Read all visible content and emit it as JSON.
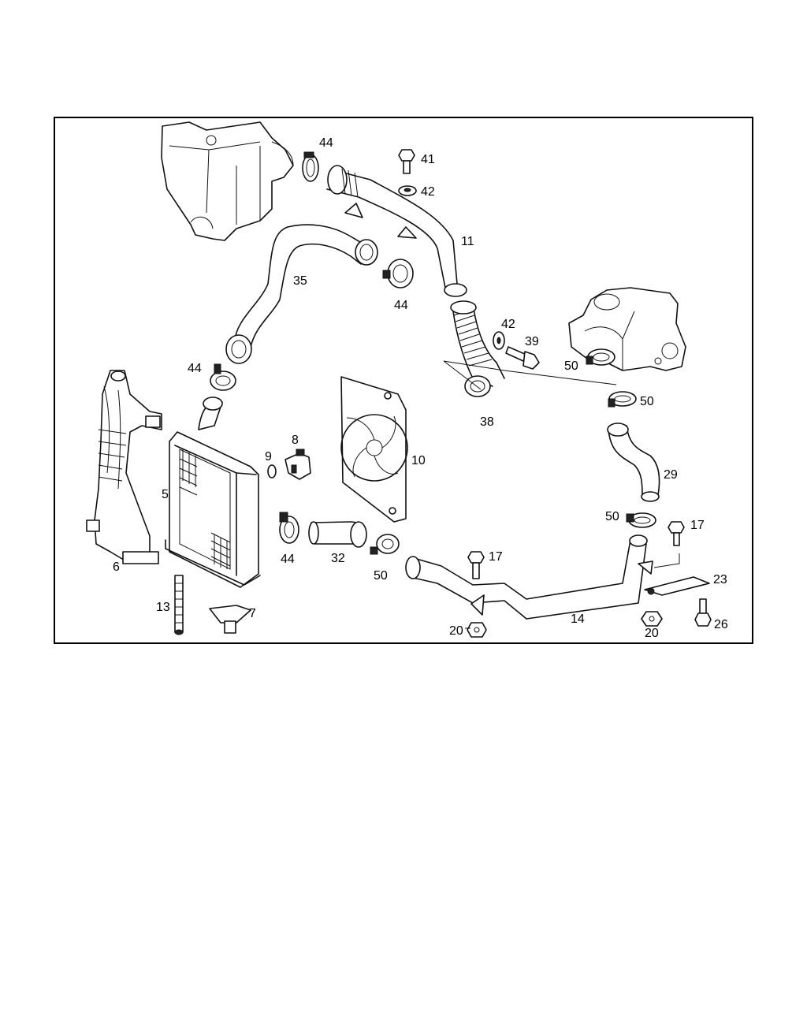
{
  "diagram": {
    "callouts": [
      {
        "id": "c44a",
        "text": "44"
      },
      {
        "id": "c41",
        "text": "41"
      },
      {
        "id": "c42a",
        "text": "42"
      },
      {
        "id": "c11",
        "text": "11"
      },
      {
        "id": "c35",
        "text": "35"
      },
      {
        "id": "c44b",
        "text": "44"
      },
      {
        "id": "c42b",
        "text": "42"
      },
      {
        "id": "c39",
        "text": "39"
      },
      {
        "id": "c50a",
        "text": "50"
      },
      {
        "id": "c44c",
        "text": "44"
      },
      {
        "id": "c50b",
        "text": "50"
      },
      {
        "id": "c38",
        "text": "38"
      },
      {
        "id": "c8",
        "text": "8"
      },
      {
        "id": "c9",
        "text": "9"
      },
      {
        "id": "c10",
        "text": "10"
      },
      {
        "id": "c29",
        "text": "29"
      },
      {
        "id": "c5",
        "text": "5"
      },
      {
        "id": "c50c",
        "text": "50"
      },
      {
        "id": "c17a",
        "text": "17"
      },
      {
        "id": "c6",
        "text": "6"
      },
      {
        "id": "c44d",
        "text": "44"
      },
      {
        "id": "c32",
        "text": "32"
      },
      {
        "id": "c50d",
        "text": "50"
      },
      {
        "id": "c17b",
        "text": "17"
      },
      {
        "id": "c23",
        "text": "23"
      },
      {
        "id": "c13",
        "text": "13"
      },
      {
        "id": "c7",
        "text": "7"
      },
      {
        "id": "c14",
        "text": "14"
      },
      {
        "id": "c20a",
        "text": "20"
      },
      {
        "id": "c20b",
        "text": "20"
      },
      {
        "id": "c26",
        "text": "26"
      }
    ]
  }
}
